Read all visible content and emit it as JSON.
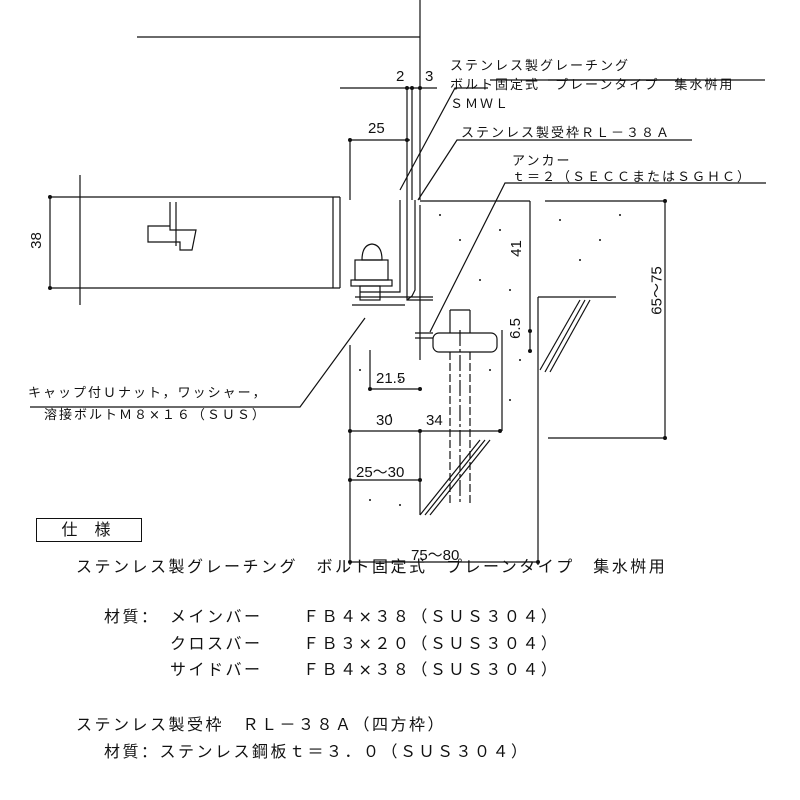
{
  "callouts": {
    "grating_line1": "ステンレス製グレーチング",
    "grating_line2": "ボルト固定式　プレーンタイプ　集水桝用",
    "grating_line3": "ＳＭＷＬ",
    "frame": "ステンレス製受枠ＲＬ－３８Ａ",
    "anchor_line1": "アンカー",
    "anchor_line2": "ｔ＝２（ＳＥＣＣまたはＳＧＨＣ）",
    "nut_line1": "キャップ付Ｕナット，ワッシャー，",
    "nut_line2": "溶接ボルトＭ８×１６（ＳＵＳ）"
  },
  "dimensions": {
    "d2": "2",
    "d3": "3",
    "d25": "25",
    "d38": "38",
    "d41": "41",
    "d65_75": "65～75",
    "d6_5": "6.5",
    "d21_5": "21.5",
    "d30": "30",
    "d34": "34",
    "d25_30": "25～30",
    "d75_80": "75～80"
  },
  "spec": {
    "heading": "仕 様",
    "title": "ステンレス製グレーチング　ボルト固定式　プレーンタイプ　集水桝用",
    "material_label": "材質：",
    "rows": [
      {
        "part": "メインバー",
        "value": "ＦＢ４×３８（ＳＵＳ３０４）"
      },
      {
        "part": "クロスバー",
        "value": "ＦＢ３×２０（ＳＵＳ３０４）"
      },
      {
        "part": "サイドバー",
        "value": "ＦＢ４×３８（ＳＵＳ３０４）"
      }
    ],
    "frame_title": "ステンレス製受枠　ＲＬ－３８Ａ（四方枠）",
    "frame_material": "材質：ステンレス鋼板ｔ＝３．０（ＳＵＳ３０４）"
  }
}
